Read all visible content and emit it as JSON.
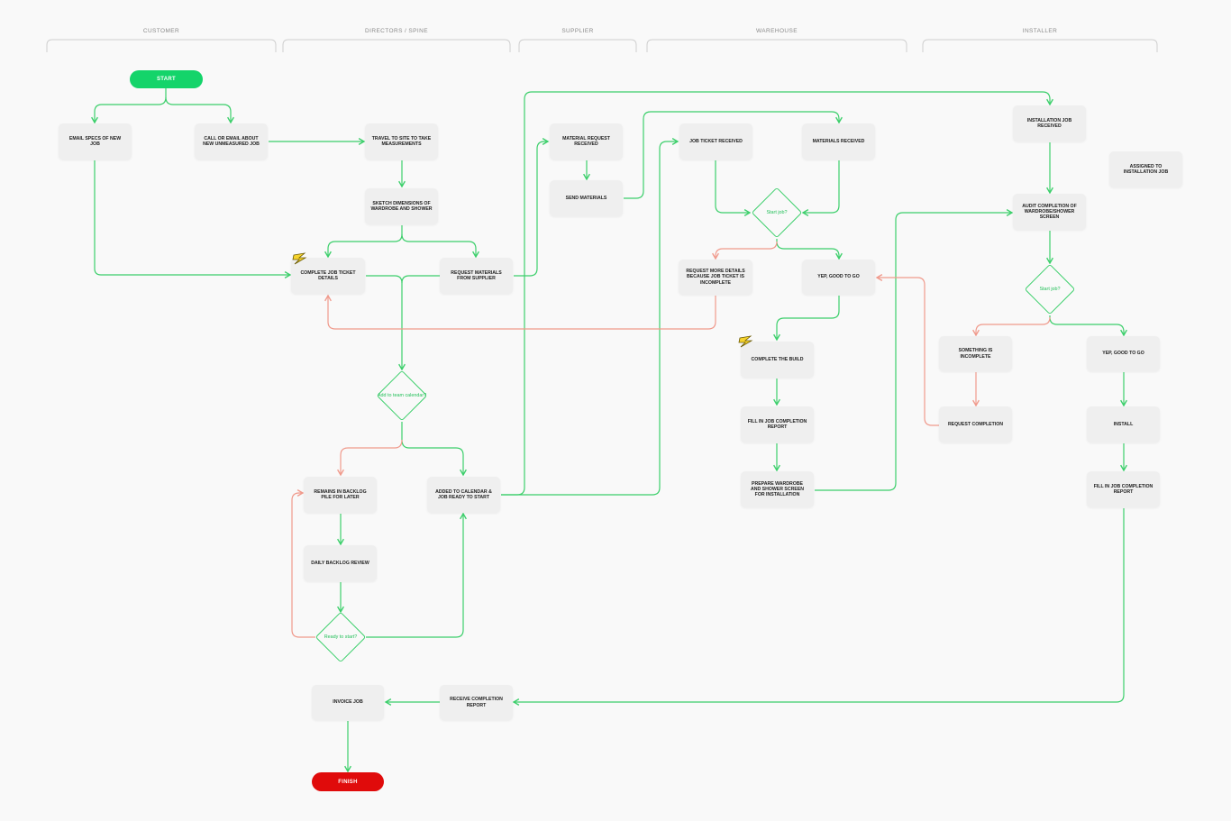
{
  "lanes": [
    "CUSTOMER",
    "DIRECTORS / SPINE",
    "SUPPLIER",
    "WAREHOUSE",
    "INSTALLER"
  ],
  "start_label": "START",
  "finish_label": "FINISH",
  "steps": {
    "email_specs": "EMAIL SPECS OF NEW JOB",
    "call_email": "CALL OR EMAIL ABOUT NEW UNMEASURED JOB",
    "travel_site": "TRAVEL TO SITE TO TAKE MEASUREMENTS",
    "sketch_dims": "SKETCH DIMENSIONS OF WARDROBE AND SHOWER",
    "complete_ticket": "COMPLETE JOB TICKET DETAILS",
    "request_materials": "REQUEST MATERIALS FROM SUPPLIER",
    "remains_backlog": "REMAINS IN BACKLOG PILE FOR LATER",
    "daily_backlog": "DAILY BACKLOG REVIEW",
    "added_calendar": "ADDED TO CALENDAR & JOB READY TO START",
    "invoice_job": "INVOICE JOB",
    "receive_report": "RECEIVE COMPLETION REPORT",
    "material_request_received": "MATERIAL REQUEST RECEIVED",
    "send_materials": "SEND MATERIALS",
    "job_ticket_received": "JOB TICKET RECEIVED",
    "materials_received": "MATERIALS RECEIVED",
    "request_more_details": "REQUEST MORE DETAILS BECAUSE JOB TICKET IS INCOMPLETE",
    "yep_good_warehouse": "YEP, GOOD TO GO",
    "complete_build": "COMPLETE THE BUILD",
    "fill_report_warehouse": "FILL IN JOB COMPLETION REPORT",
    "prepare_wardrobe": "PREPARE WARDROBE AND SHOWER SCREEN FOR INSTALLATION",
    "installation_received": "INSTALLATION JOB RECEIVED",
    "assigned_installation": "ASSIGNED TO INSTALLATION JOB",
    "audit_completion": "AUDIT COMPLETION OF WARDROBE/SHOWER SCREEN",
    "something_incomplete": "SOMETHING IS INCOMPLETE",
    "request_completion": "REQUEST COMPLETION",
    "yep_good_installer": "YEP, GOOD TO GO",
    "install": "INSTALL",
    "fill_report_installer": "FILL IN JOB COMPLETION REPORT"
  },
  "decisions": {
    "add_calendar": "Add to team calendar?",
    "ready_start": "Ready to start?",
    "start_job_warehouse": "Start job?",
    "start_job_installer": "Start job?"
  },
  "colors": {
    "accent_green": "#3ccf6b",
    "start_green": "#14d46a",
    "finish_red": "#e00b0b",
    "reject_red": "#f09a8c",
    "node_bg": "#efefef",
    "badge_yellow": "#f6d32d"
  }
}
